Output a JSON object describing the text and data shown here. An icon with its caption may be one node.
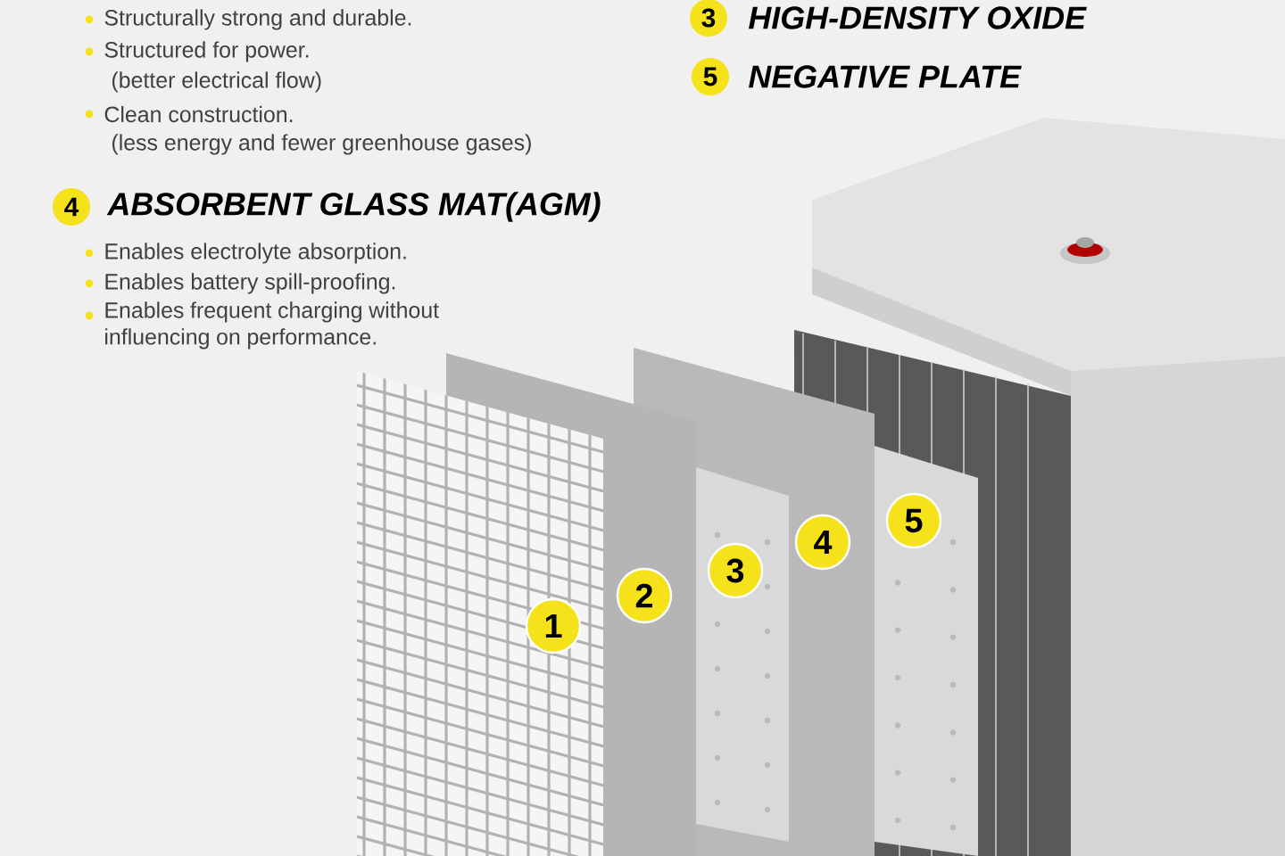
{
  "diagram": {
    "labels": [
      "Structurally strong and durable.",
      "Structured for power.",
      "(better electrical flow)",
      "Clean construction.",
      "(less energy and fewer greenhouse gases)",
      "3",
      "HIGH-DENSITY OXIDE",
      "5",
      "NEGATIVE PLATE",
      "4",
      "ABSORBENT GLASS MAT(AGM)",
      "Enables electrolyte absorption.",
      "Enables battery spill-proofing.",
      "Enables frequent charging without influencing on performance.",
      "1",
      "2",
      "3",
      "4",
      "5"
    ]
  }
}
